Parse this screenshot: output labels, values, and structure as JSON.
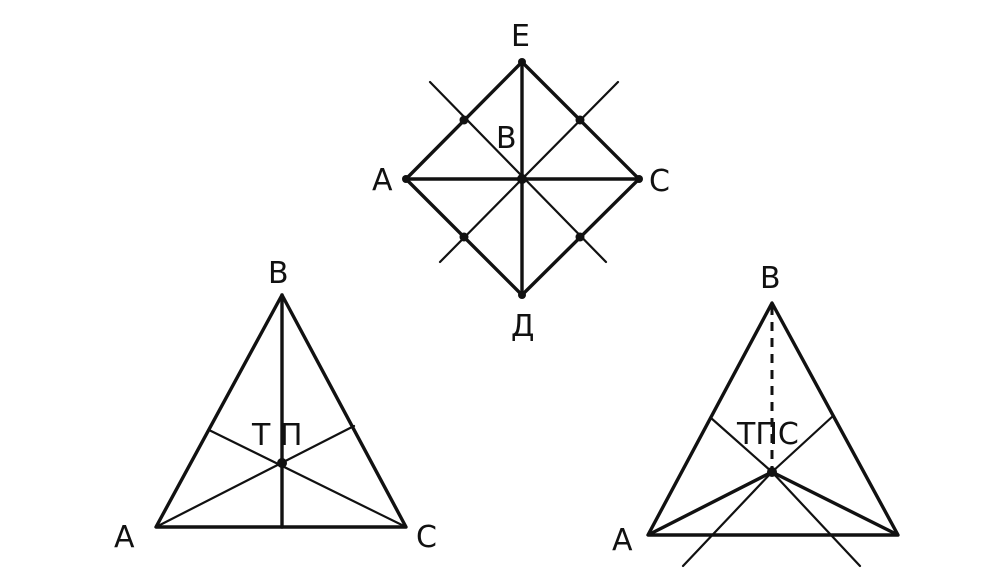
{
  "square_figure": {
    "label_top": "Е",
    "label_center": "В",
    "label_left": "А",
    "label_right": "С",
    "label_bottom": "Д"
  },
  "left_triangle": {
    "label_top": "В",
    "label_left": "А",
    "label_right": "С",
    "label_center": "Т П"
  },
  "right_triangle": {
    "label_top": "В",
    "label_left": "А",
    "label_center": "ТПС"
  }
}
